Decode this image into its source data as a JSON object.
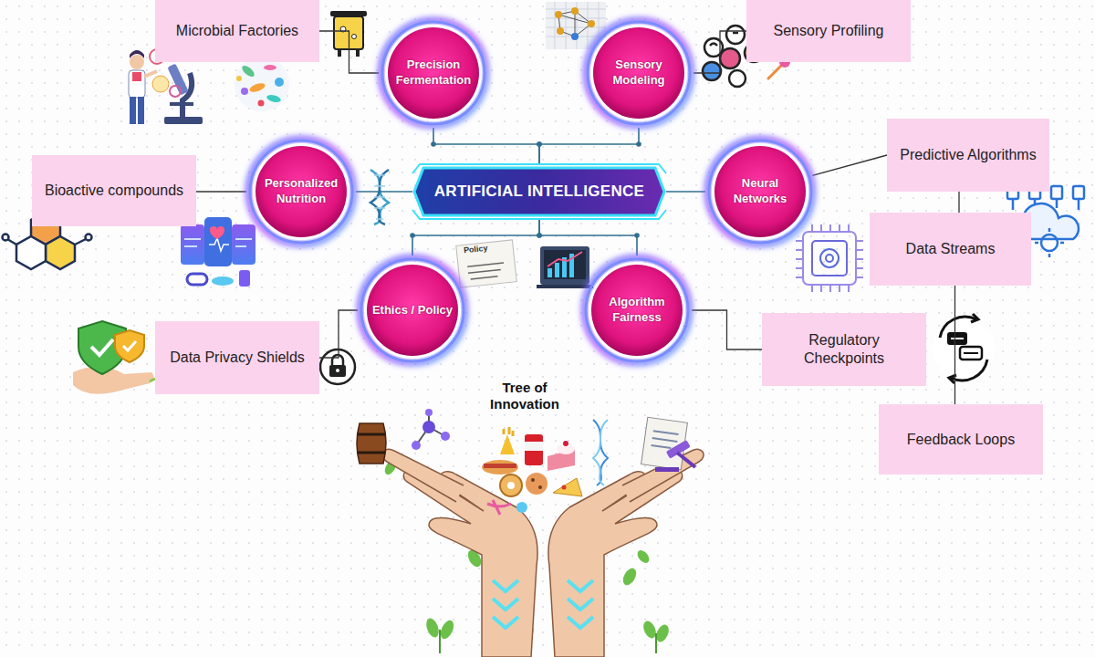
{
  "diagram": {
    "nodes": [
      {
        "text": [
          "Microbial Factories"
        ]
      },
      {
        "text": [
          "Precision Fermentation"
        ]
      },
      {
        "text": [
          "Sensory Modeling"
        ]
      },
      {
        "text": [
          "Sensory Profiling"
        ]
      },
      {
        "text": [
          "Bioactive compounds"
        ]
      },
      {
        "text": [
          "Personalized Nutrition"
        ]
      },
      {
        "text": [
          "ARTIFICIAL INTELLIGENCE"
        ]
      },
      {
        "text": [
          "Neural Networks"
        ]
      },
      {
        "text": [
          "Predictive Algorithms"
        ]
      },
      {
        "text": [
          "Data Streams"
        ]
      },
      {
        "text": [
          "Ethics / Policy"
        ]
      },
      {
        "text": [
          "Algorithm Fairness"
        ]
      },
      {
        "text": [
          "Data Privacy Shields"
        ]
      },
      {
        "text": [
          "Regulatory Checkpoints"
        ]
      },
      {
        "text": [
          "Tree of Innovation"
        ]
      },
      {
        "text": [
          "Feedback Loops"
        ]
      }
    ],
    "edges": [
      {
        "from": 6,
        "to": 1,
        "arrow": "none"
      },
      {
        "from": 6,
        "to": 2,
        "arrow": "none"
      },
      {
        "from": 6,
        "to": 5,
        "arrow": "none"
      },
      {
        "from": 6,
        "to": 7,
        "arrow": "none"
      },
      {
        "from": 6,
        "to": 10,
        "arrow": "none"
      },
      {
        "from": 6,
        "to": 11,
        "arrow": "none"
      },
      {
        "from": 1,
        "to": 0,
        "arrow": "none"
      },
      {
        "from": 2,
        "to": 3,
        "arrow": "none"
      },
      {
        "from": 5,
        "to": 4,
        "arrow": "none"
      },
      {
        "from": 7,
        "to": 8,
        "arrow": "none"
      },
      {
        "from": 8,
        "to": 9,
        "arrow": "none"
      },
      {
        "from": 9,
        "to": 15,
        "arrow": "none"
      },
      {
        "from": 10,
        "to": 12,
        "arrow": "none"
      },
      {
        "from": 11,
        "to": 13,
        "arrow": "none"
      }
    ],
    "labels": [
      "Policy"
    ]
  }
}
